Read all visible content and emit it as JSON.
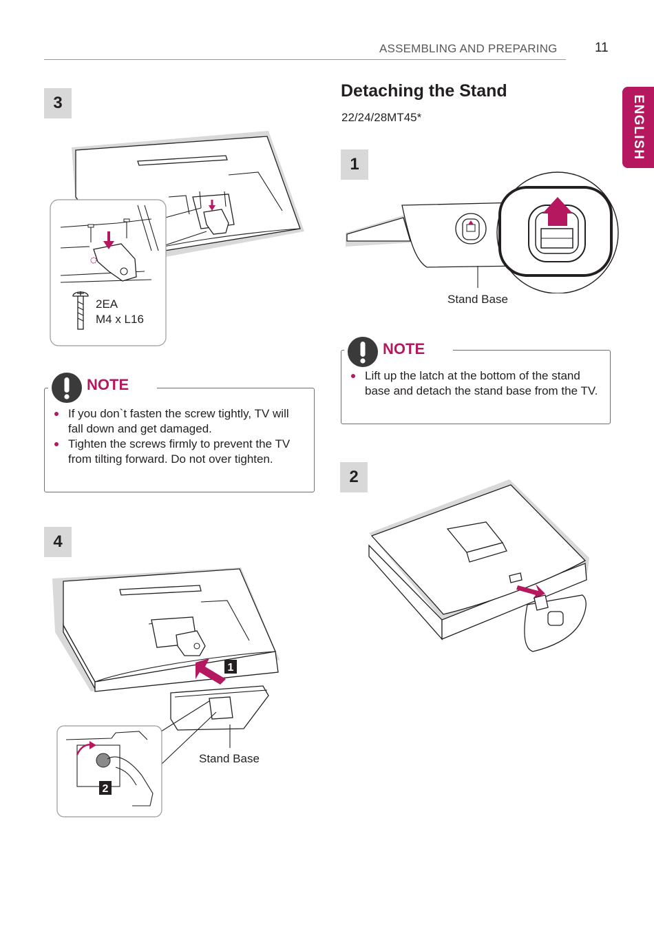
{
  "header": {
    "section_title": "ASSEMBLING AND PREPARING",
    "page_number": "11",
    "language_tab": "ENGLISH"
  },
  "left": {
    "step3": {
      "number": "3",
      "screw_qty": "2EA",
      "screw_size": "M4 x L16"
    },
    "note": {
      "label": "NOTE",
      "items": [
        "If you don`t fasten the screw tightly,  TV will fall down and get damaged.",
        "Tighten the screws firmly to prevent the TV from tilting forward. Do not over tighten."
      ]
    },
    "step4": {
      "number": "4",
      "callout_1": "1",
      "callout_2": "2",
      "caption": "Stand Base"
    }
  },
  "right": {
    "title": "Detaching the Stand",
    "model": "22/24/28MT45*",
    "step1": {
      "number": "1",
      "caption": "Stand Base"
    },
    "note": {
      "label": "NOTE",
      "items": [
        "Lift up the latch at the bottom of the stand base and detach the stand base from the TV."
      ]
    },
    "step2": {
      "number": "2"
    }
  },
  "colors": {
    "accent": "#b5185e",
    "step_box": "#d8d8d8",
    "rule": "#9a9a9a"
  }
}
